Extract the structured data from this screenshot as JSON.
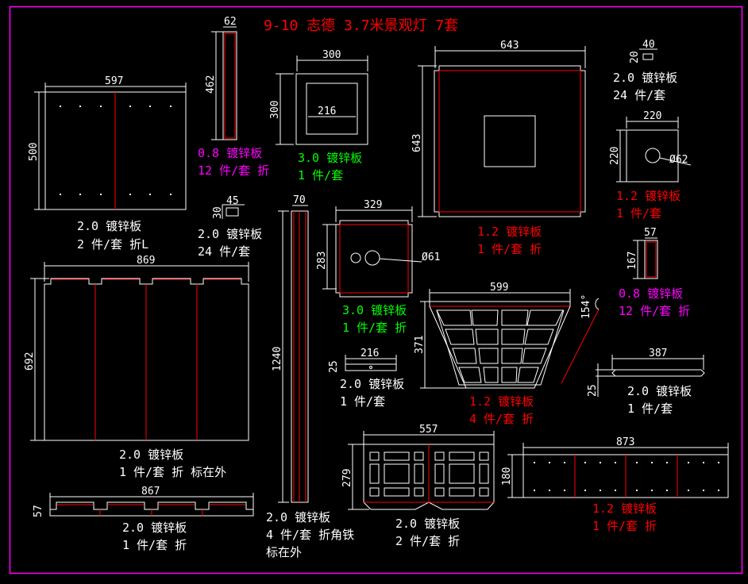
{
  "title": "9-10 志德 3.7米景观灯 7套",
  "colors": {
    "background": "#000000",
    "frame": "#ff00ff",
    "line": "#ffffff",
    "bend": "#ff0000",
    "green": "#00ff00"
  },
  "parts": {
    "p597": {
      "dims": [
        "597",
        "500"
      ],
      "lines": [
        "2.0 镀锌板",
        "2 件/套 折L"
      ]
    },
    "p62": {
      "dims": [
        "62",
        "462"
      ],
      "lines": [
        "0.8 镀锌板",
        "12 件/套 折"
      ]
    },
    "p45": {
      "dims": [
        "45",
        "30"
      ],
      "lines": [
        "2.0 镀锌板",
        "24 件/套"
      ]
    },
    "p300": {
      "dims": [
        "300",
        "300",
        "216"
      ],
      "lines": [
        "3.0 镀锌板",
        "1 件/套"
      ]
    },
    "p643": {
      "dims": [
        "643",
        "643"
      ],
      "lines": [
        "1.2 镀锌板",
        "1 件/套 折"
      ]
    },
    "p40": {
      "dims": [
        "40",
        "20"
      ],
      "lines": [
        "2.0 镀锌板",
        "24 件/套"
      ]
    },
    "p220": {
      "dims": [
        "220",
        "220",
        "Ø62"
      ],
      "lines": [
        "1.2 镀锌板",
        "1 件/套"
      ]
    },
    "p869": {
      "dims": [
        "869",
        "692"
      ],
      "lines": [
        "2.0 镀锌板",
        "1 件/套 折 标在外"
      ]
    },
    "p70": {
      "dims": [
        "70",
        "1240"
      ],
      "lines": [
        "2.0 镀锌板",
        "4 件/套 折角铁",
        "标在外"
      ]
    },
    "p329": {
      "dims": [
        "329",
        "283",
        "Ø61"
      ],
      "lines": [
        "3.0 镀锌板",
        "1 件/套 折"
      ]
    },
    "p57": {
      "dims": [
        "57",
        "167"
      ],
      "lines": [
        "0.8 镀锌板",
        "12 件/套 折"
      ]
    },
    "p599": {
      "dims": [
        "599",
        "371",
        "154°"
      ],
      "lines": [
        "1.2 镀锌板",
        "4 件/套 折"
      ]
    },
    "p216": {
      "dims": [
        "216",
        "25"
      ],
      "lines": [
        "2.0 镀锌板",
        "1 件/套"
      ]
    },
    "p387": {
      "dims": [
        "387",
        "25"
      ],
      "lines": [
        "2.0 镀锌板",
        "1 件/套"
      ]
    },
    "p867": {
      "dims": [
        "867",
        "57"
      ],
      "lines": [
        "2.0 镀锌板",
        "1 件/套 折"
      ]
    },
    "p557": {
      "dims": [
        "557",
        "279"
      ],
      "lines": [
        "2.0 镀锌板",
        "2 件/套 折"
      ]
    },
    "p873": {
      "dims": [
        "873",
        "180"
      ],
      "lines": [
        "1.2 镀锌板",
        "1 件/套 折"
      ]
    }
  }
}
